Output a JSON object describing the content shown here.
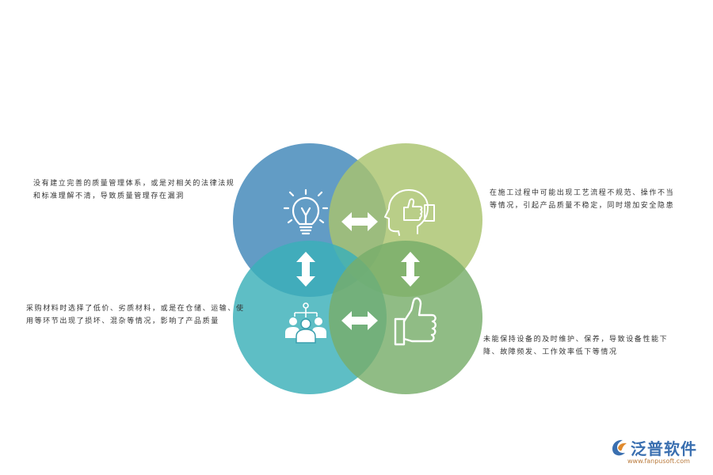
{
  "colors": {
    "circle_top_left": "#3f86b8",
    "circle_top_right": "#a9c36e",
    "circle_bottom_left": "#3ab0b8",
    "circle_bottom_right": "#77ad6a",
    "icon": "#ffffff",
    "logo_blue": "#3a6fb0",
    "logo_orange": "#e08a2e"
  },
  "icons": {
    "top_left": "lightbulb-icon",
    "top_right": "head-thumbs-up-icon",
    "bottom_left": "team-network-icon",
    "bottom_right": "thumbs-up-icon",
    "arrows": [
      "horizontal-double-arrow",
      "vertical-double-arrow"
    ]
  },
  "notes": {
    "top_left": "没有建立完善的质量管理体系，或是对相关的法律法规和标准理解不清，导致质量管理存在漏洞",
    "top_right": "在施工过程中可能出现工艺流程不规范、操作不当等情况，引起产品质量不稳定，同时增加安全隐患",
    "bottom_left": "采购材料时选择了低价、劣质材料，或是在仓储、运输、使用等环节出现了损坏、混杂等情况，影响了产品质量",
    "bottom_right": "未能保持设备的及时维护、保养，导致设备性能下降、故障频发、工作效率低下等情况"
  },
  "logo": {
    "name": "泛普软件",
    "url": "www.fanpusoft.com"
  }
}
